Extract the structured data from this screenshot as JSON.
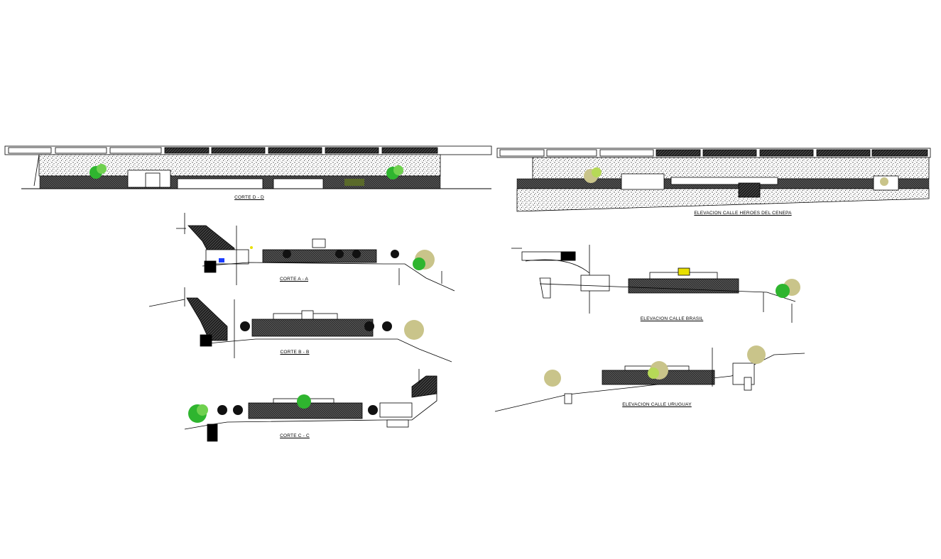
{
  "drawing": {
    "labels": {
      "corte_dd": "CORTE D - D",
      "corte_aa": "CORTE A - A",
      "corte_bb": "CORTE B - B",
      "corte_cc": "CORTE C - C",
      "elev_heroes": "ELEVACION CALLE HEROES DEL CENEPA",
      "elev_brasil": "ELEVACION CALLE BRASIL",
      "elev_uruguay": "ELEVACION CALLE URUGUAY"
    },
    "colors": {
      "line": "#000000",
      "tree_green": "#2fb52f",
      "tree_light": "#b6d957",
      "tree_beige": "#c9c48a",
      "accent_yellow": "#e8e000",
      "accent_blue": "#1a3cff"
    }
  }
}
